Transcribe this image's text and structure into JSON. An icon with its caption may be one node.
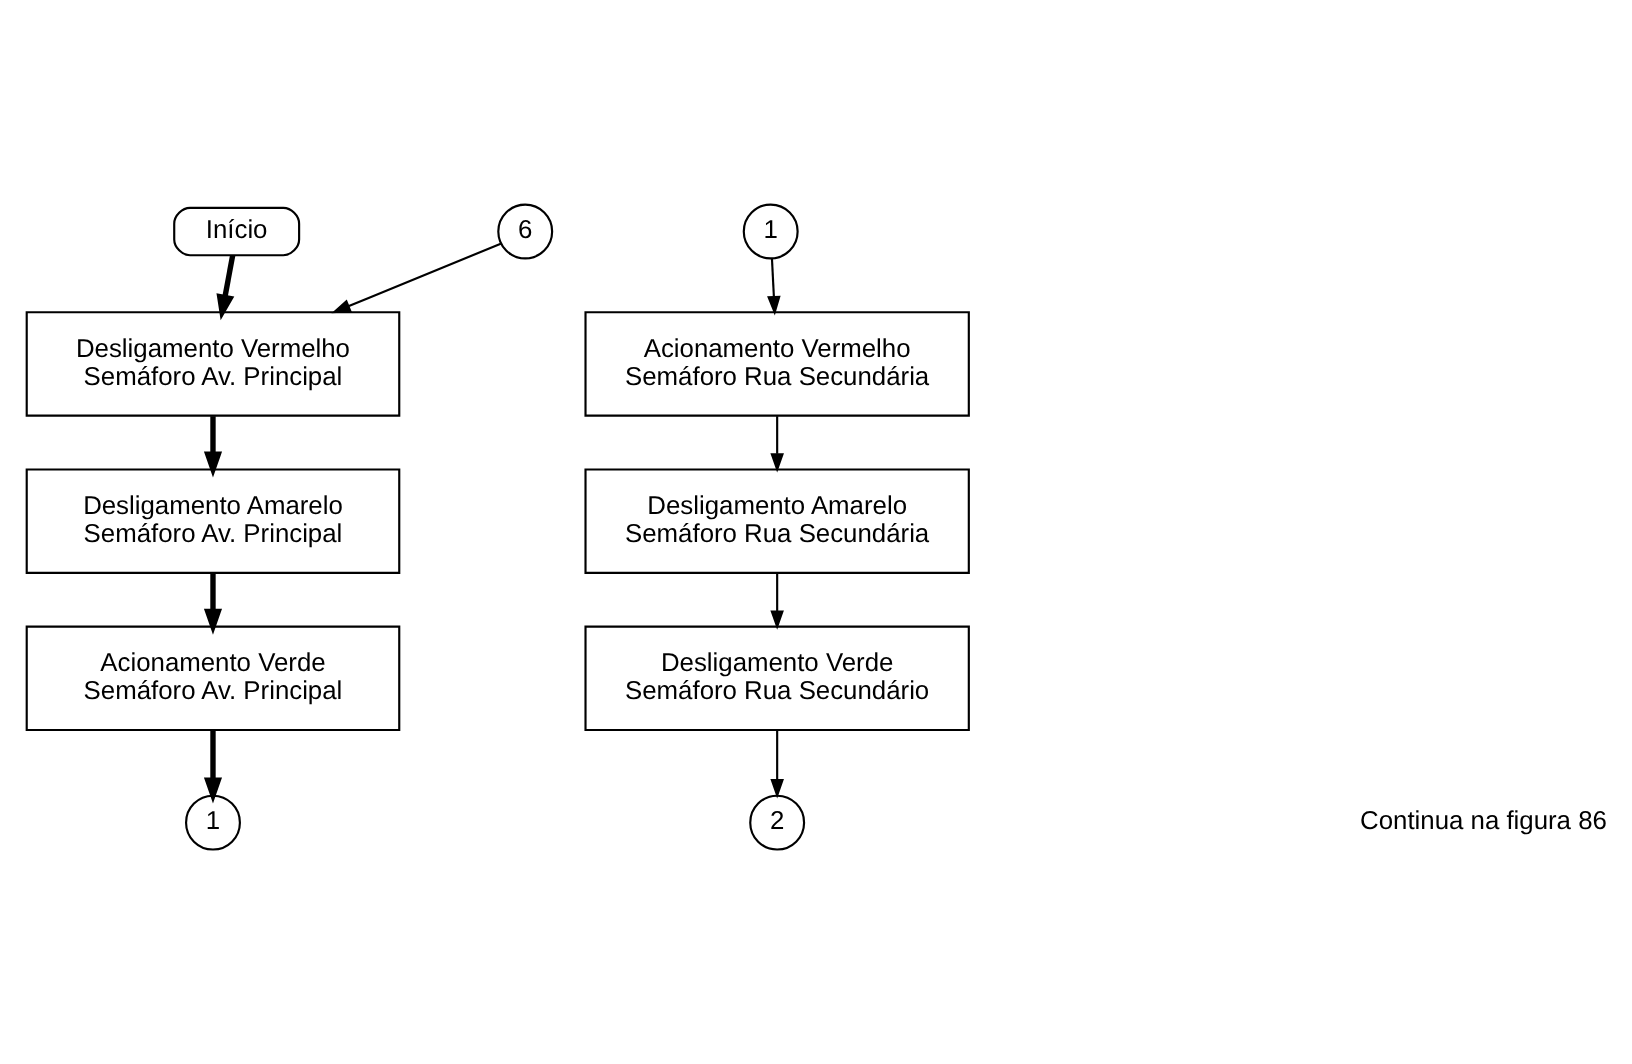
{
  "diagram": {
    "nodes": [
      {
        "text": [
          "Início"
        ]
      },
      {
        "text": [
          "6"
        ]
      },
      {
        "text": [
          "Desligamento Vermelho Semáforo Av. Principal"
        ]
      },
      {
        "text": [
          "Desligamento Amarelo Semáforo Av. Principal"
        ]
      },
      {
        "text": [
          "Acionamento Verde Semáforo Av. Principal"
        ]
      },
      {
        "text": [
          "1"
        ]
      },
      {
        "text": [
          "1"
        ]
      },
      {
        "text": [
          "Acionamento Vermelho Semáforo Rua Secundária"
        ]
      },
      {
        "text": [
          "Desligamento Amarelo Semáforo Rua Secundária"
        ]
      },
      {
        "text": [
          "Desligamento Verde Semáforo Rua Secundário"
        ]
      },
      {
        "text": [
          "2"
        ]
      }
    ],
    "edges": [
      {
        "from": 0,
        "to": 2,
        "arrow": "to",
        "style": "thick"
      },
      {
        "from": 1,
        "to": 2,
        "arrow": "to"
      },
      {
        "from": 2,
        "to": 3,
        "arrow": "to",
        "style": "thick"
      },
      {
        "from": 3,
        "to": 4,
        "arrow": "to",
        "style": "thick"
      },
      {
        "from": 4,
        "to": 5,
        "arrow": "to",
        "style": "thick"
      },
      {
        "from": 6,
        "to": 7,
        "arrow": "to"
      },
      {
        "from": 7,
        "to": 8,
        "arrow": "to"
      },
      {
        "from": 8,
        "to": 9,
        "arrow": "to"
      },
      {
        "from": 9,
        "to": 10,
        "arrow": "to"
      }
    ],
    "labels": [
      "Continua na figura 86"
    ]
  }
}
